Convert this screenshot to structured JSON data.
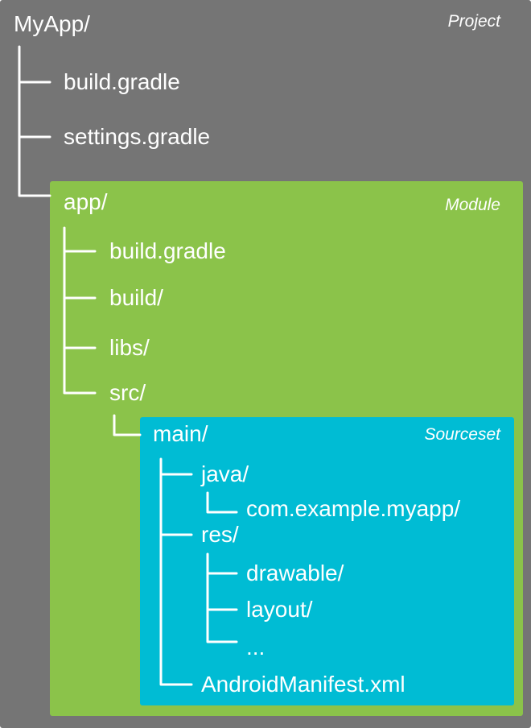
{
  "colors": {
    "project": "#757575",
    "module": "#8bc34a",
    "sourceset": "#00bcd4",
    "text": "#ffffff"
  },
  "tags": {
    "project": "Project",
    "module": "Module",
    "sourceset": "Sourceset"
  },
  "tree": {
    "root": "MyApp/",
    "project_items": [
      "build.gradle",
      "settings.gradle"
    ],
    "module_root": "app/",
    "module_items": [
      "build.gradle",
      "build/",
      "libs/",
      "src/"
    ],
    "sourceset_root": "main/",
    "java": "java/",
    "java_child": "com.example.myapp/",
    "res": "res/",
    "res_children": [
      "drawable/",
      "layout/",
      "..."
    ],
    "manifest": "AndroidManifest.xml"
  }
}
